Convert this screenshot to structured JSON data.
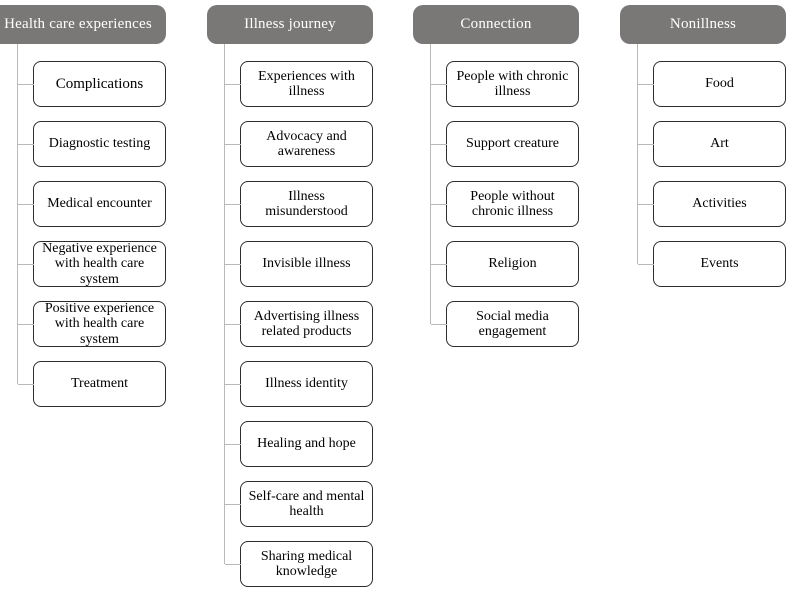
{
  "colors": {
    "header_bg": "#7a7777",
    "header_text": "#ffffff",
    "node_bg": "#ffffff",
    "node_border": "#2d2d2d",
    "connector": "#b9b9b9"
  },
  "columns": [
    {
      "header": "Health care experiences",
      "children": [
        "Complications",
        "Diagnostic testing",
        "Medical encounter",
        "Negative experience with health care system",
        "Positive experience with health care system",
        "Treatment"
      ]
    },
    {
      "header": "Illness journey",
      "children": [
        "Experiences with illness",
        "Advocacy and awareness",
        "Illness misunderstood",
        "Invisible illness",
        "Advertising illness related products",
        "Illness identity",
        "Healing and hope",
        "Self-care and mental health",
        "Sharing medical knowledge"
      ]
    },
    {
      "header": "Connection",
      "children": [
        "People with chronic illness",
        "Support creature",
        "People without chronic illness",
        "Religion",
        "Social media engagement"
      ]
    },
    {
      "header": "Nonillness",
      "children": [
        "Food",
        "Art",
        "Activities",
        "Events"
      ]
    }
  ]
}
